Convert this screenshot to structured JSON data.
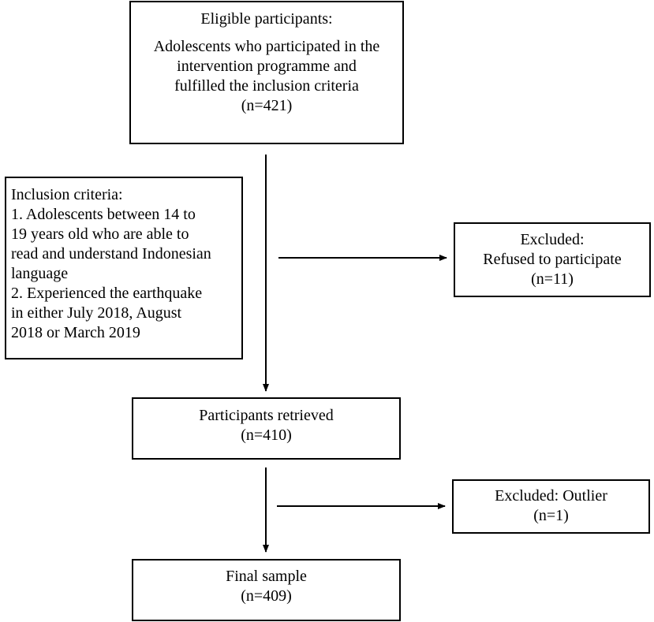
{
  "eligible": {
    "heading": "Eligible participants:",
    "lines": [
      "Adolescents who participated in the",
      "intervention programme and",
      "fulfilled the inclusion criteria"
    ],
    "count": "(n=421)"
  },
  "inclusion": {
    "heading": "Inclusion criteria:",
    "lines": [
      "1. Adolescents between 14 to",
      "19 years old who are able to",
      "read and understand Indonesian",
      "language",
      "2. Experienced the earthquake",
      "in either July 2018, August",
      "2018 or March 2019"
    ]
  },
  "excluded_refused": {
    "heading": "Excluded:",
    "reason": "Refused to participate",
    "count": "(n=11)"
  },
  "retrieved": {
    "heading": "Participants retrieved",
    "count": "(n=410)"
  },
  "excluded_outlier": {
    "heading": "Excluded: Outlier",
    "count": "(n=1)"
  },
  "final": {
    "heading": "Final sample",
    "count": "(n=409)"
  }
}
